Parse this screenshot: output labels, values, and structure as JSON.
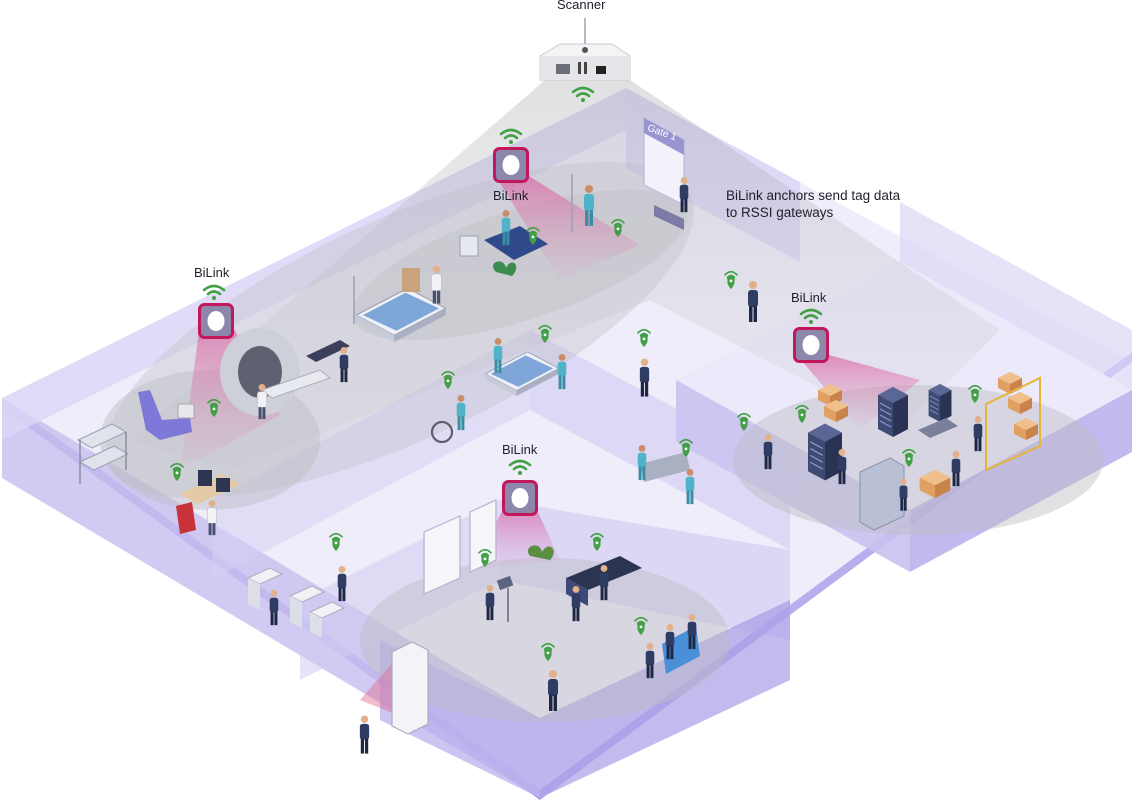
{
  "labels": {
    "scanner": "Scanner",
    "bilink_left": "BiLink",
    "bilink_top": "BiLink",
    "bilink_center": "BiLink",
    "bilink_right": "BiLink",
    "note_line1": "BiLink anchors send tag data",
    "note_line2": "to RSSI gateways",
    "gate": "Gate 1"
  },
  "colors": {
    "floor": "#eeebf8",
    "wall": "#cfc8ef",
    "wall_side": "#b3a9e6",
    "coverage": "#cfcfd3",
    "anchor_border": "#c2185b",
    "anchor_fill": "#8d87ab",
    "signal": "#4caf50",
    "beam": "#e48ab8"
  },
  "icons": {
    "anchor": "bilink-anchor-icon",
    "signal": "wifi-signal-icon",
    "tag": "location-tag-icon",
    "person": "person-icon"
  }
}
